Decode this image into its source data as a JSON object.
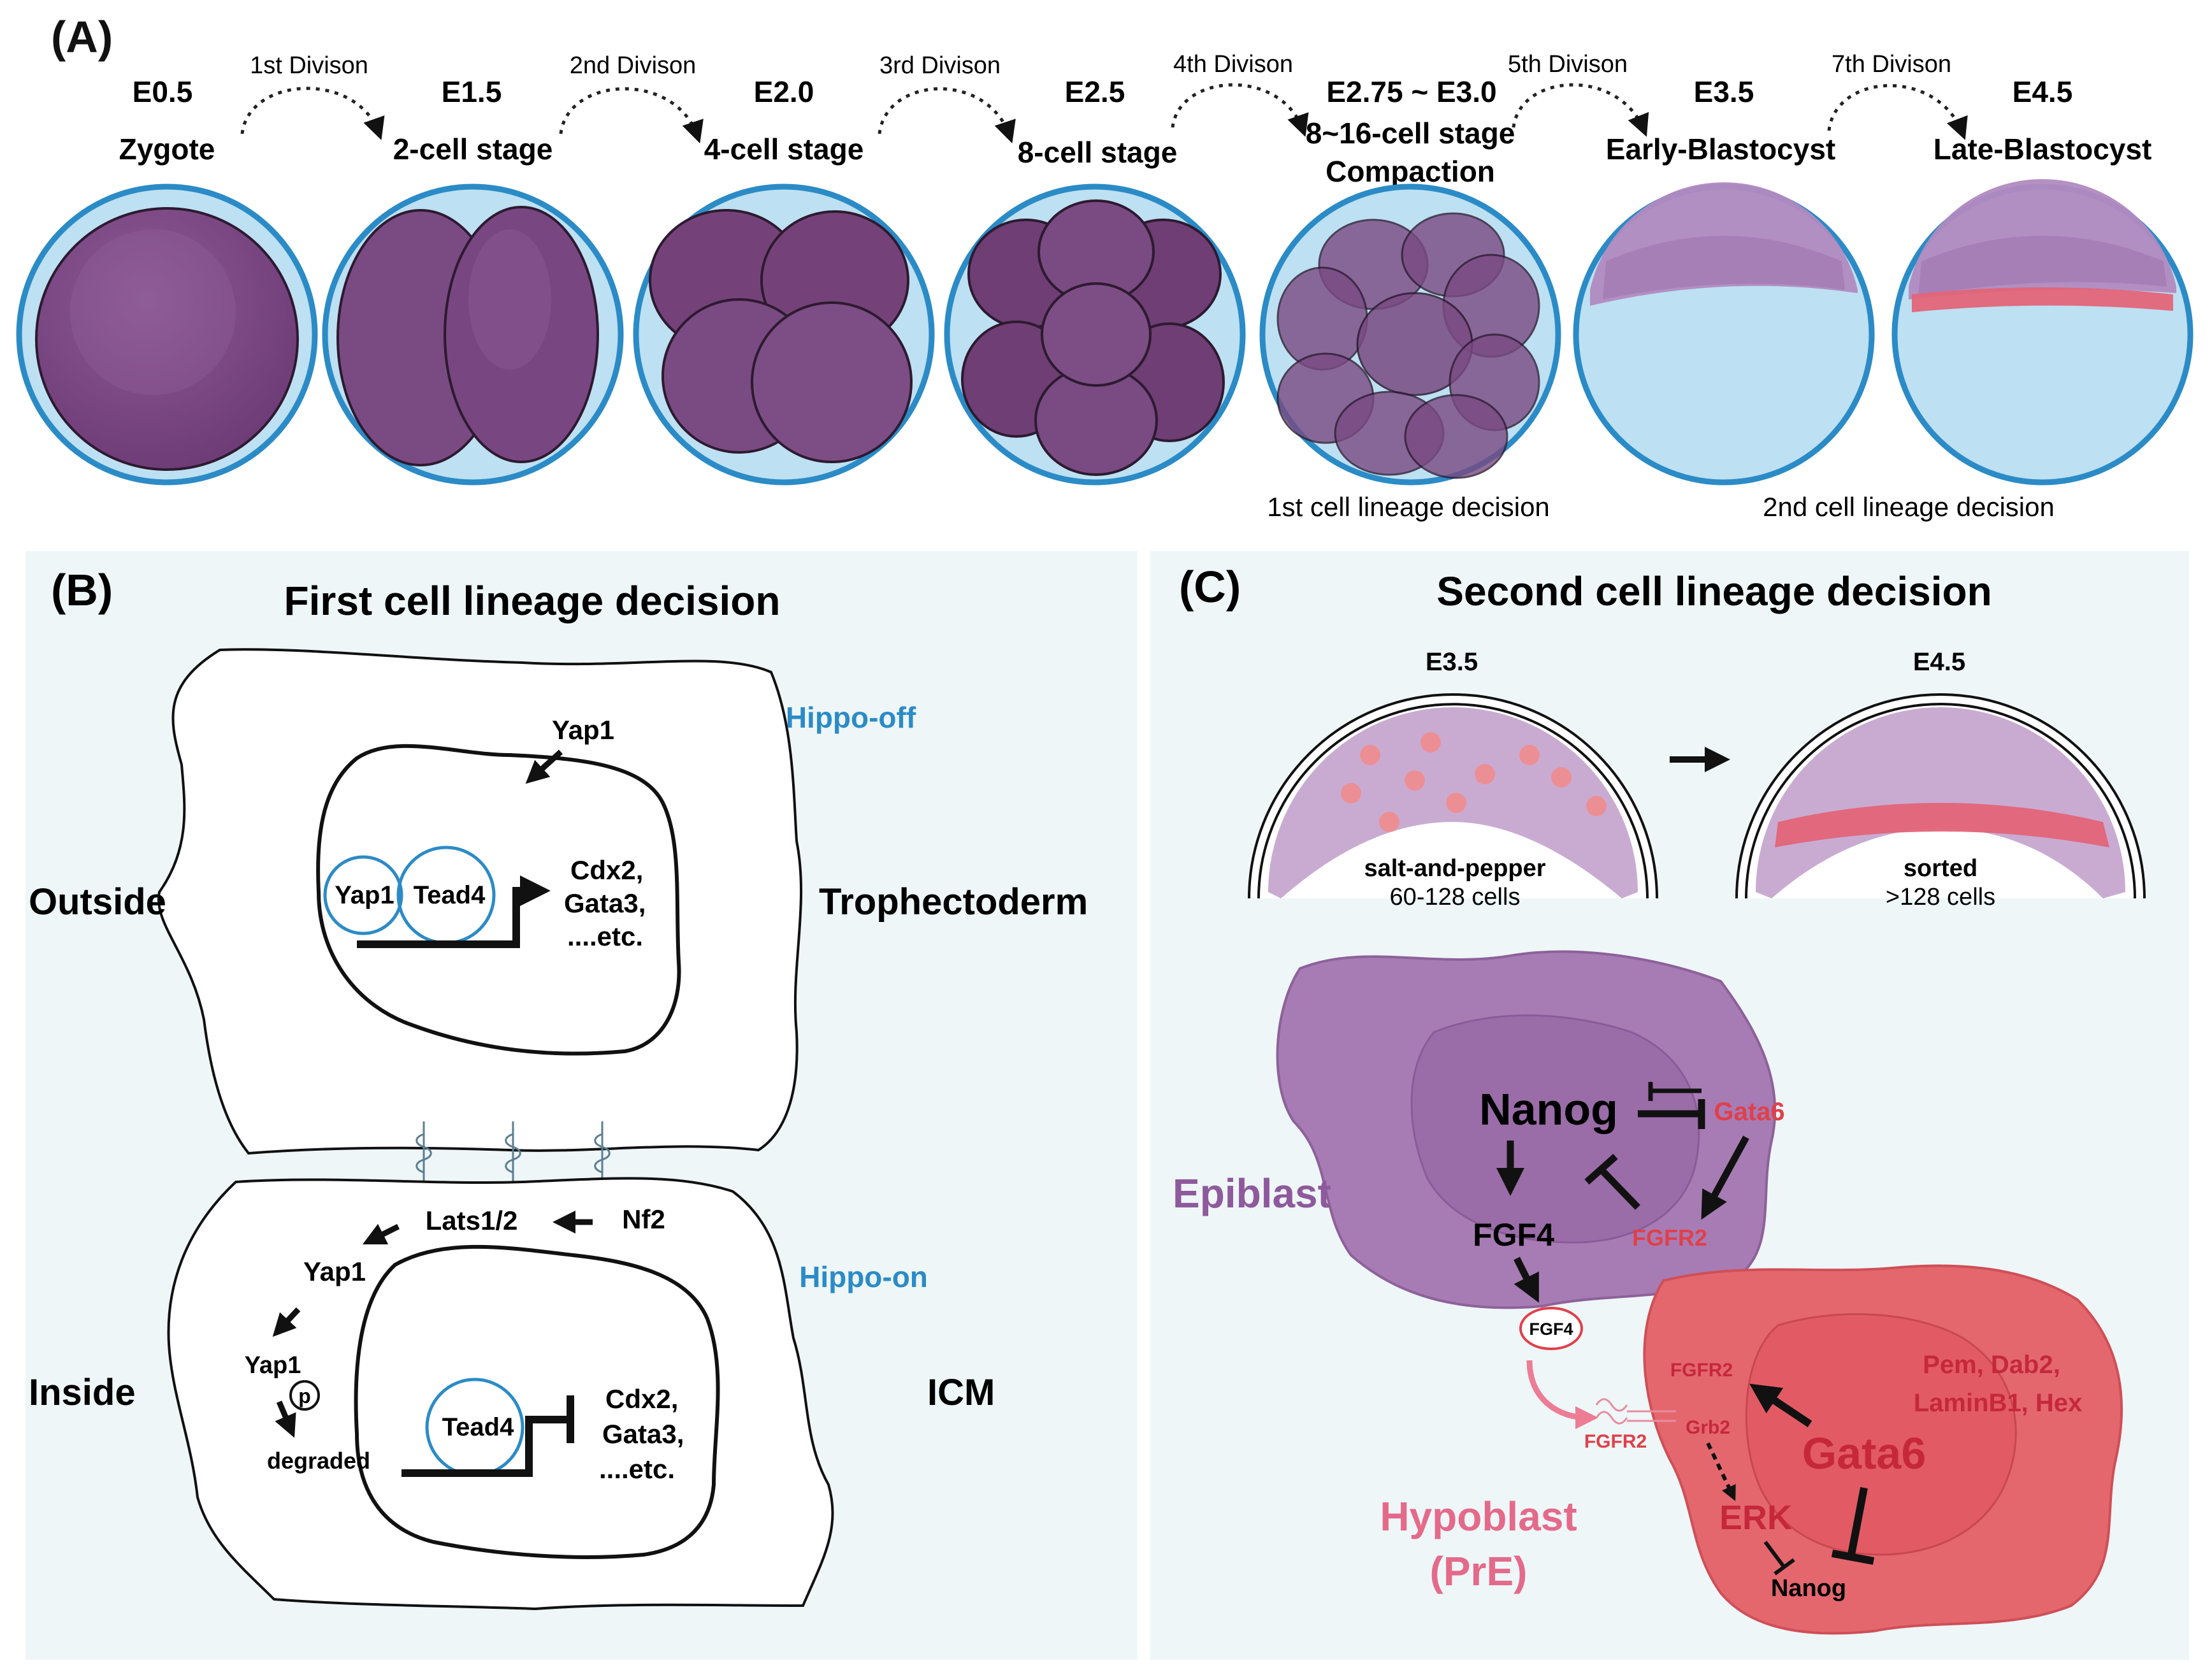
{
  "panel_a": {
    "label": "(A)",
    "stages": [
      {
        "time": "E0.5",
        "name": "Zygote"
      },
      {
        "time": "E1.5",
        "name": "2-cell stage"
      },
      {
        "time": "E2.0",
        "name": "4-cell stage"
      },
      {
        "time": "E2.5",
        "name": "8-cell stage"
      },
      {
        "time": "E2.75 ~ E3.0",
        "name": "8~16-cell stage",
        "name2": "Compaction"
      },
      {
        "time": "E3.5",
        "name": "Early-Blastocyst"
      },
      {
        "time": "E4.5",
        "name": "Late-Blastocyst"
      }
    ],
    "divisions": [
      "1st Divison",
      "2nd Divison",
      "3rd Divison",
      "4th Divison",
      "5th Divison",
      "7th Divison"
    ],
    "decision_1": "1st cell lineage decision",
    "decision_2": "2nd cell lineage decision"
  },
  "panel_b": {
    "label": "(B)",
    "title": "First cell lineage decision",
    "outside": "Outside",
    "trophectoderm": "Trophectoderm",
    "inside": "Inside",
    "icm": "ICM",
    "hippo_off": "Hippo-off",
    "hippo_on": "Hippo-on",
    "yap1": "Yap1",
    "tead4": "Tead4",
    "cdx2": "Cdx2,",
    "gata3": "Gata3,",
    "etc": "....etc.",
    "lats": "Lats1/2",
    "nf2": "Nf2",
    "p": "p",
    "degraded": "degraded"
  },
  "panel_c": {
    "label": "(C)",
    "title": "Second cell lineage decision",
    "e35": "E3.5",
    "e45": "E4.5",
    "salt": "salt-and-pepper",
    "salt_cells": "60-128 cells",
    "sorted": "sorted",
    "sorted_cells": ">128 cells",
    "epiblast": "Epiblast",
    "hypoblast": "Hypoblast",
    "pre": "(PrE)",
    "nanog": "Nanog",
    "gata6": "Gata6",
    "fgf4": "FGF4",
    "fgfr2": "FGFR2",
    "grb2": "Grb2",
    "erk": "ERK",
    "markers_1": "Pem, Dab2,",
    "markers_2": "LaminB1, Hex"
  },
  "colors": {
    "purple": "#7a4a82",
    "purple_light": "#b892c4",
    "zona": "#bde0f2",
    "zona_border": "#2b8bc6",
    "red": "#e0505a",
    "pink_text": "#e46a8a",
    "epi_text": "#8e5a9c",
    "blue_text": "#2b8bc6",
    "panel_bg": "#eef6f8"
  }
}
